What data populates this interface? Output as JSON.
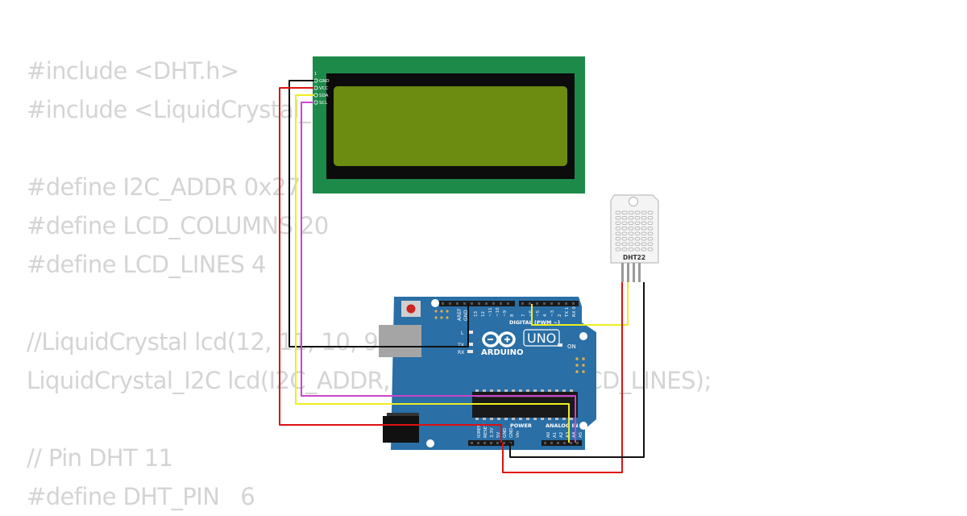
{
  "code_lines": [
    "#include <DHT.h>",
    "#include <LiquidCrystal_I2C.h>",
    "",
    "#define I2C_ADDR 0x27",
    "#define LCD_COLUMNS 20",
    "#define LCD_LINES 4",
    "",
    "//LiquidCrystal lcd(12, 11, 10, 9, 8, 7);",
    "LiquidCrystal_I2C lcd(I2C_ADDR, LCD_COLUMNS,LCD_LINES);",
    "",
    "// Pin DHT 11",
    "#define DHT_PIN   6"
  ],
  "lcd": {
    "pins": [
      "1",
      "GND",
      "VCC",
      "SDA",
      "SCL"
    ],
    "colors": {
      "board": "#1e8a4a",
      "bezel": "#0c0c0c",
      "screen": "#6b8c10"
    }
  },
  "arduino": {
    "brand": "ARDUINO",
    "model": "UNO",
    "on_label": "ON",
    "tx_label": "TX",
    "rx_label": "RX",
    "l_label": "L",
    "digital_label": "DIGITAL (PWM ~)",
    "power_label": "POWER",
    "analog_label": "ANALOG IN",
    "aref_label": "AREF",
    "gnd_label": "GND",
    "digital_pins": [
      "13",
      "12",
      "~11",
      "~10",
      "~9",
      "8",
      "7",
      "~6",
      "~5",
      "4",
      "~3",
      "2",
      "TX 1",
      "RX 0"
    ],
    "power_pins": [
      "IOREF",
      "RESET",
      "3.3V",
      "5V",
      "GND",
      "GND",
      "Vin"
    ],
    "analog_pins": [
      "A0",
      "A1",
      "A2",
      "A3",
      "A4",
      "A5"
    ],
    "colors": {
      "board": "#2a6fa6",
      "header": "#1a1a1a",
      "reset": "#cc2222"
    }
  },
  "dht": {
    "label": "DHT22",
    "colors": {
      "body": "#f4f4f4",
      "outline": "#bdbdbd"
    }
  },
  "wires": {
    "colors": {
      "gnd": "#111111",
      "vcc": "#dd1111",
      "sda": "#eeee22",
      "scl": "#cc44cc",
      "data": "#eeee22"
    }
  }
}
